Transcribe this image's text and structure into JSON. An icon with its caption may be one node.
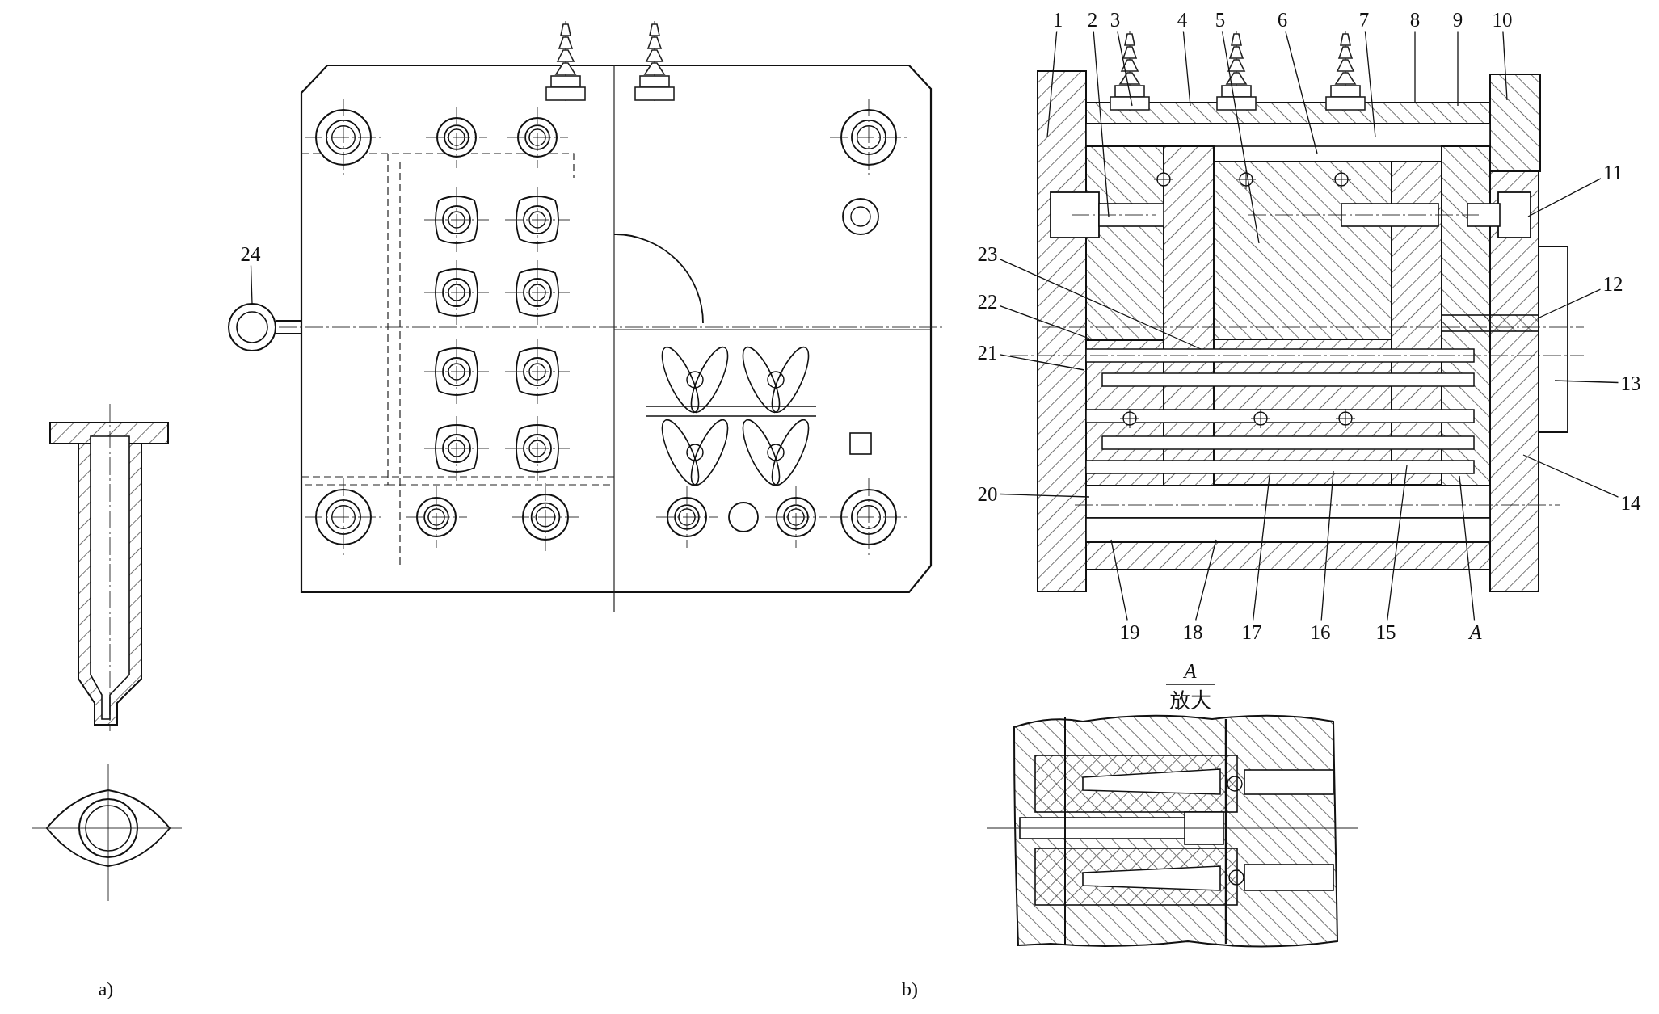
{
  "diagram": {
    "nodes": [
      {
        "text": [
          "1"
        ]
      },
      {
        "text": [
          "2"
        ]
      },
      {
        "text": [
          "3"
        ]
      },
      {
        "text": [
          "4"
        ]
      },
      {
        "text": [
          "5"
        ]
      },
      {
        "text": [
          "6"
        ]
      },
      {
        "text": [
          "7"
        ]
      },
      {
        "text": [
          "8"
        ]
      },
      {
        "text": [
          "9"
        ]
      },
      {
        "text": [
          "10"
        ]
      },
      {
        "text": [
          "11"
        ]
      },
      {
        "text": [
          "12"
        ]
      },
      {
        "text": [
          "13"
        ]
      },
      {
        "text": [
          "14"
        ]
      },
      {
        "text": [
          "15"
        ]
      },
      {
        "text": [
          "16"
        ]
      },
      {
        "text": [
          "17"
        ]
      },
      {
        "text": [
          "18"
        ]
      },
      {
        "text": [
          "19"
        ]
      },
      {
        "text": [
          "20"
        ]
      },
      {
        "text": [
          "21"
        ]
      },
      {
        "text": [
          "22"
        ]
      },
      {
        "text": [
          "23"
        ]
      },
      {
        "text": [
          "24"
        ]
      },
      {
        "text": [
          "*A*"
        ]
      }
    ],
    "edges": [
      {
        "from": 0,
        "to": null,
        "arrow": "none"
      },
      {
        "from": 1,
        "to": null,
        "arrow": "none"
      },
      {
        "from": 2,
        "to": null,
        "arrow": "none"
      },
      {
        "from": 3,
        "to": null,
        "arrow": "none"
      },
      {
        "from": 4,
        "to": null,
        "arrow": "none"
      },
      {
        "from": 5,
        "to": null,
        "arrow": "none"
      },
      {
        "from": 6,
        "to": null,
        "arrow": "none"
      },
      {
        "from": 7,
        "to": null,
        "arrow": "none"
      },
      {
        "from": 8,
        "to": null,
        "arrow": "none"
      },
      {
        "from": 9,
        "to": null,
        "arrow": "none"
      },
      {
        "from": 10,
        "to": null,
        "arrow": "none"
      },
      {
        "from": 11,
        "to": null,
        "arrow": "none"
      },
      {
        "from": 12,
        "to": null,
        "arrow": "none"
      },
      {
        "from": 13,
        "to": null,
        "arrow": "none"
      },
      {
        "from": 14,
        "to": null,
        "arrow": "none"
      },
      {
        "from": 15,
        "to": null,
        "arrow": "none"
      },
      {
        "from": 16,
        "to": null,
        "arrow": "none"
      },
      {
        "from": 17,
        "to": null,
        "arrow": "none"
      },
      {
        "from": 18,
        "to": null,
        "arrow": "none"
      },
      {
        "from": 19,
        "to": null,
        "arrow": "none"
      },
      {
        "from": 20,
        "to": null,
        "arrow": "none"
      },
      {
        "from": 21,
        "to": null,
        "arrow": "none"
      },
      {
        "from": 22,
        "to": null,
        "arrow": "none"
      },
      {
        "from": 23,
        "to": null,
        "arrow": "none"
      },
      {
        "from": 24,
        "to": null,
        "arrow": "none"
      }
    ],
    "labels": [
      "*A*",
      "放大",
      "a)",
      "b)"
    ]
  }
}
